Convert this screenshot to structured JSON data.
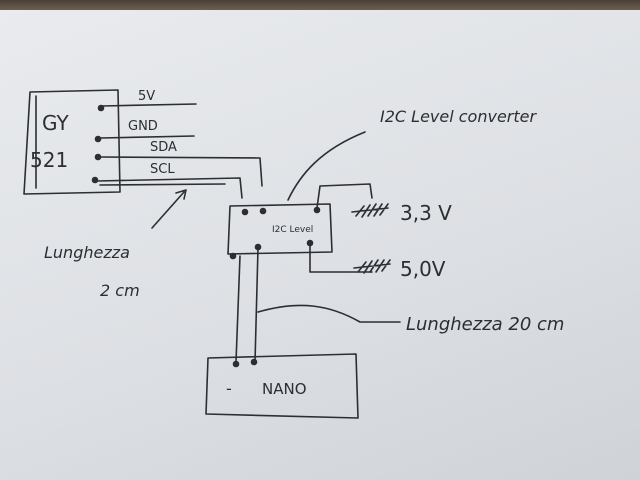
{
  "sensor": {
    "name_line1": "GY",
    "name_line2": "521",
    "pins": [
      "5V",
      "GND",
      "SDA",
      "SCL"
    ]
  },
  "converter": {
    "title": "I2C Level converter",
    "inner_label": "I2C Level"
  },
  "supplies": {
    "low_voltage": "3,3 V",
    "high_voltage": "5,0V"
  },
  "notes": {
    "short_length_line1": "Lunghezza",
    "short_length_line2": "2 cm",
    "long_length": "Lunghezza 20 cm"
  },
  "nano": {
    "minus_sign": "-",
    "label": "NANO"
  },
  "colors": {
    "ink": "#2b2e33",
    "paper": "#e4e6e9"
  }
}
